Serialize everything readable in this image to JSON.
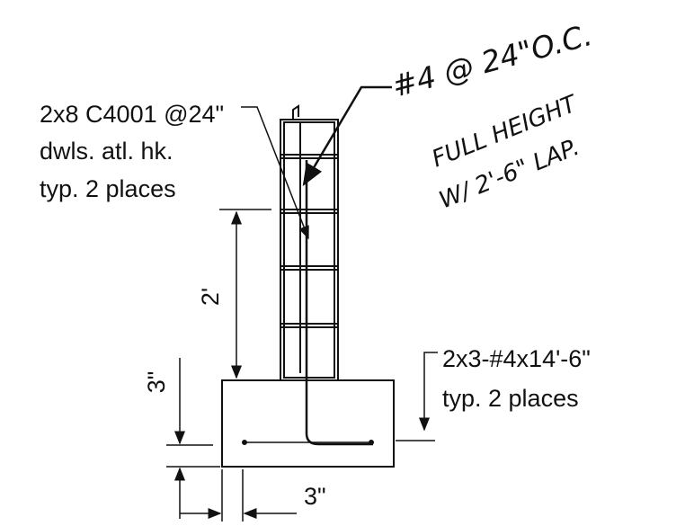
{
  "drawing": {
    "rebar_note_left": {
      "line1": "2x8 C4001 @24\"",
      "line2": "dwls. atl. hk.",
      "line3": "typ. 2 places"
    },
    "rebar_note_right": {
      "line1": "2x3-#4x14'-6\"",
      "line2": "typ. 2 places"
    },
    "handwritten_note": {
      "line1": "#4 @ 24\"O.C.",
      "line2": "FULL HEIGHT",
      "line3": "W/ 2'-6\" LAP."
    },
    "dimensions": {
      "dowel_height": "2'",
      "bottom_cover": "3\"",
      "side_cover": "3\""
    },
    "colors": {
      "ink": "#111111",
      "paper": "#ffffff"
    }
  }
}
